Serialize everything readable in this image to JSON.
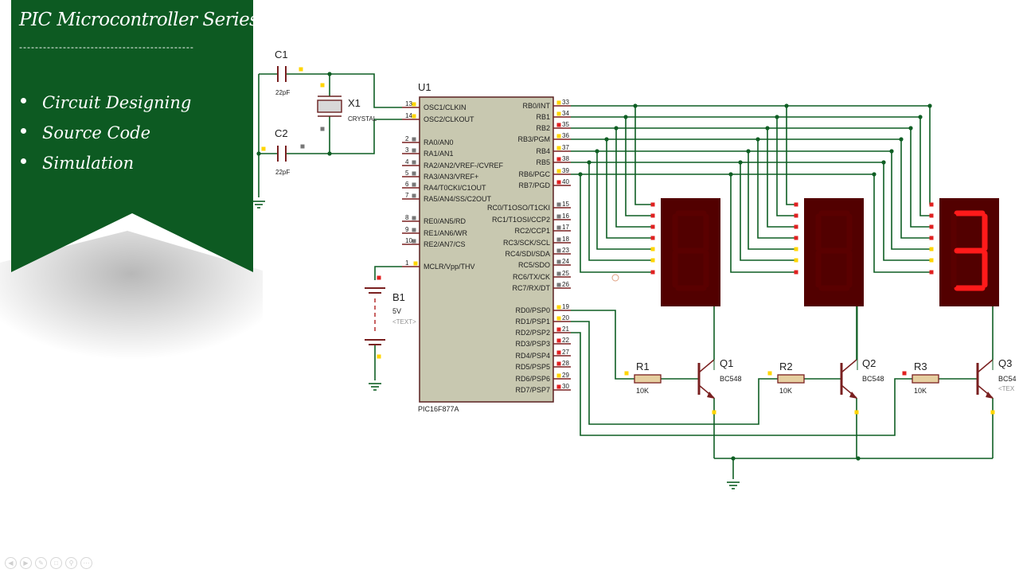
{
  "banner": {
    "title": "PIC Microcontroller Series",
    "rule": "--------------------------------------------",
    "bullets": [
      "Circuit Designing",
      "Source Code",
      "Simulation"
    ]
  },
  "colors": {
    "banner_green": "#0d5a22",
    "wire": "#0f5f24",
    "chip_body": "#c8c8b0",
    "segment_on": "#ff1a1a",
    "segment_off": "#5a0000",
    "display_bg": "#520000",
    "component_red": "#8b1d1d"
  },
  "schematic": {
    "C1": {
      "name": "C1",
      "value": "22pF"
    },
    "C2": {
      "name": "C2",
      "value": "22pF"
    },
    "X1": {
      "name": "X1",
      "value": "CRYSTAL"
    },
    "U1": {
      "name": "U1",
      "part": "PIC16F877A"
    },
    "B1": {
      "name": "B1",
      "value": "5V",
      "text": "<TEXT>"
    },
    "R1": {
      "name": "R1",
      "value": "10K"
    },
    "R2": {
      "name": "R2",
      "value": "10K"
    },
    "R3": {
      "name": "R3",
      "value": "10K"
    },
    "Q1": {
      "name": "Q1",
      "part": "BC548"
    },
    "Q2": {
      "name": "Q2",
      "part": "BC548"
    },
    "Q3": {
      "name": "Q3",
      "part": "BC54",
      "text": "<TEX"
    },
    "left_pins": [
      {
        "num": "13",
        "label": "OSC1/CLKIN"
      },
      {
        "num": "14",
        "label": "OSC2/CLKOUT"
      },
      {
        "num": "2",
        "label": "RA0/AN0"
      },
      {
        "num": "3",
        "label": "RA1/AN1"
      },
      {
        "num": "4",
        "label": "RA2/AN2/VREF-/CVREF"
      },
      {
        "num": "5",
        "label": "RA3/AN3/VREF+"
      },
      {
        "num": "6",
        "label": "RA4/T0CKI/C1OUT"
      },
      {
        "num": "7",
        "label": "RA5/AN4/SS/C2OUT"
      },
      {
        "num": "8",
        "label": "RE0/AN5/RD"
      },
      {
        "num": "9",
        "label": "RE1/AN6/WR"
      },
      {
        "num": "10",
        "label": "RE2/AN7/CS"
      },
      {
        "num": "1",
        "label": "MCLR/Vpp/THV"
      }
    ],
    "right_pins": [
      {
        "num": "33",
        "label": "RB0/INT"
      },
      {
        "num": "34",
        "label": "RB1"
      },
      {
        "num": "35",
        "label": "RB2"
      },
      {
        "num": "36",
        "label": "RB3/PGM"
      },
      {
        "num": "37",
        "label": "RB4"
      },
      {
        "num": "38",
        "label": "RB5"
      },
      {
        "num": "39",
        "label": "RB6/PGC"
      },
      {
        "num": "40",
        "label": "RB7/PGD"
      },
      {
        "num": "15",
        "label": "RC0/T1OSO/T1CKI"
      },
      {
        "num": "16",
        "label": "RC1/T1OSI/CCP2"
      },
      {
        "num": "17",
        "label": "RC2/CCP1"
      },
      {
        "num": "18",
        "label": "RC3/SCK/SCL"
      },
      {
        "num": "23",
        "label": "RC4/SDI/SDA"
      },
      {
        "num": "24",
        "label": "RC5/SDO"
      },
      {
        "num": "25",
        "label": "RC6/TX/CK"
      },
      {
        "num": "26",
        "label": "RC7/RX/DT"
      },
      {
        "num": "19",
        "label": "RD0/PSP0"
      },
      {
        "num": "20",
        "label": "RD1/PSP1"
      },
      {
        "num": "21",
        "label": "RD2/PSP2"
      },
      {
        "num": "22",
        "label": "RD3/PSP3"
      },
      {
        "num": "27",
        "label": "RD4/PSP4"
      },
      {
        "num": "28",
        "label": "RD5/PSP5"
      },
      {
        "num": "29",
        "label": "RD6/PSP6"
      },
      {
        "num": "30",
        "label": "RD7/PSP7"
      }
    ],
    "displays": [
      {
        "name": "display-1",
        "digit": "",
        "segments_on": []
      },
      {
        "name": "display-2",
        "digit": "",
        "segments_on": []
      },
      {
        "name": "display-3",
        "digit": "3",
        "segments_on": [
          "a",
          "b",
          "c",
          "d",
          "g"
        ]
      }
    ]
  }
}
